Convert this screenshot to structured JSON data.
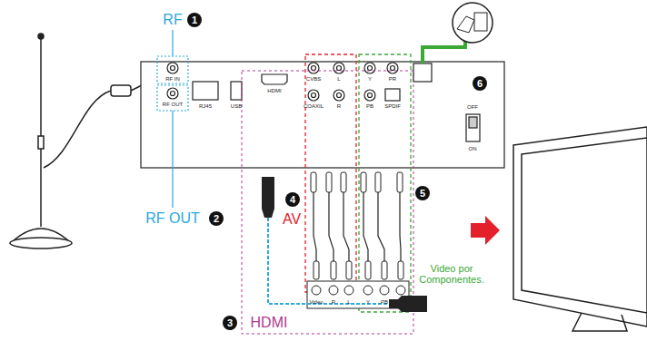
{
  "diagram": {
    "labels": [
      "RF",
      "1",
      "RF IN",
      "RF OUT",
      "RF OUT",
      "2",
      "RJ45",
      "USB",
      "HDMI",
      "CVBS",
      "COAXIL",
      "L",
      "R",
      "Y",
      "PR",
      "PB",
      "SPDIF",
      "OFF",
      "ON",
      "4",
      "AV",
      "5",
      "6",
      "Video",
      "R",
      "L",
      "Y",
      "PB",
      "PR",
      "Video por Componentes.",
      "3",
      "HDMI"
    ]
  }
}
